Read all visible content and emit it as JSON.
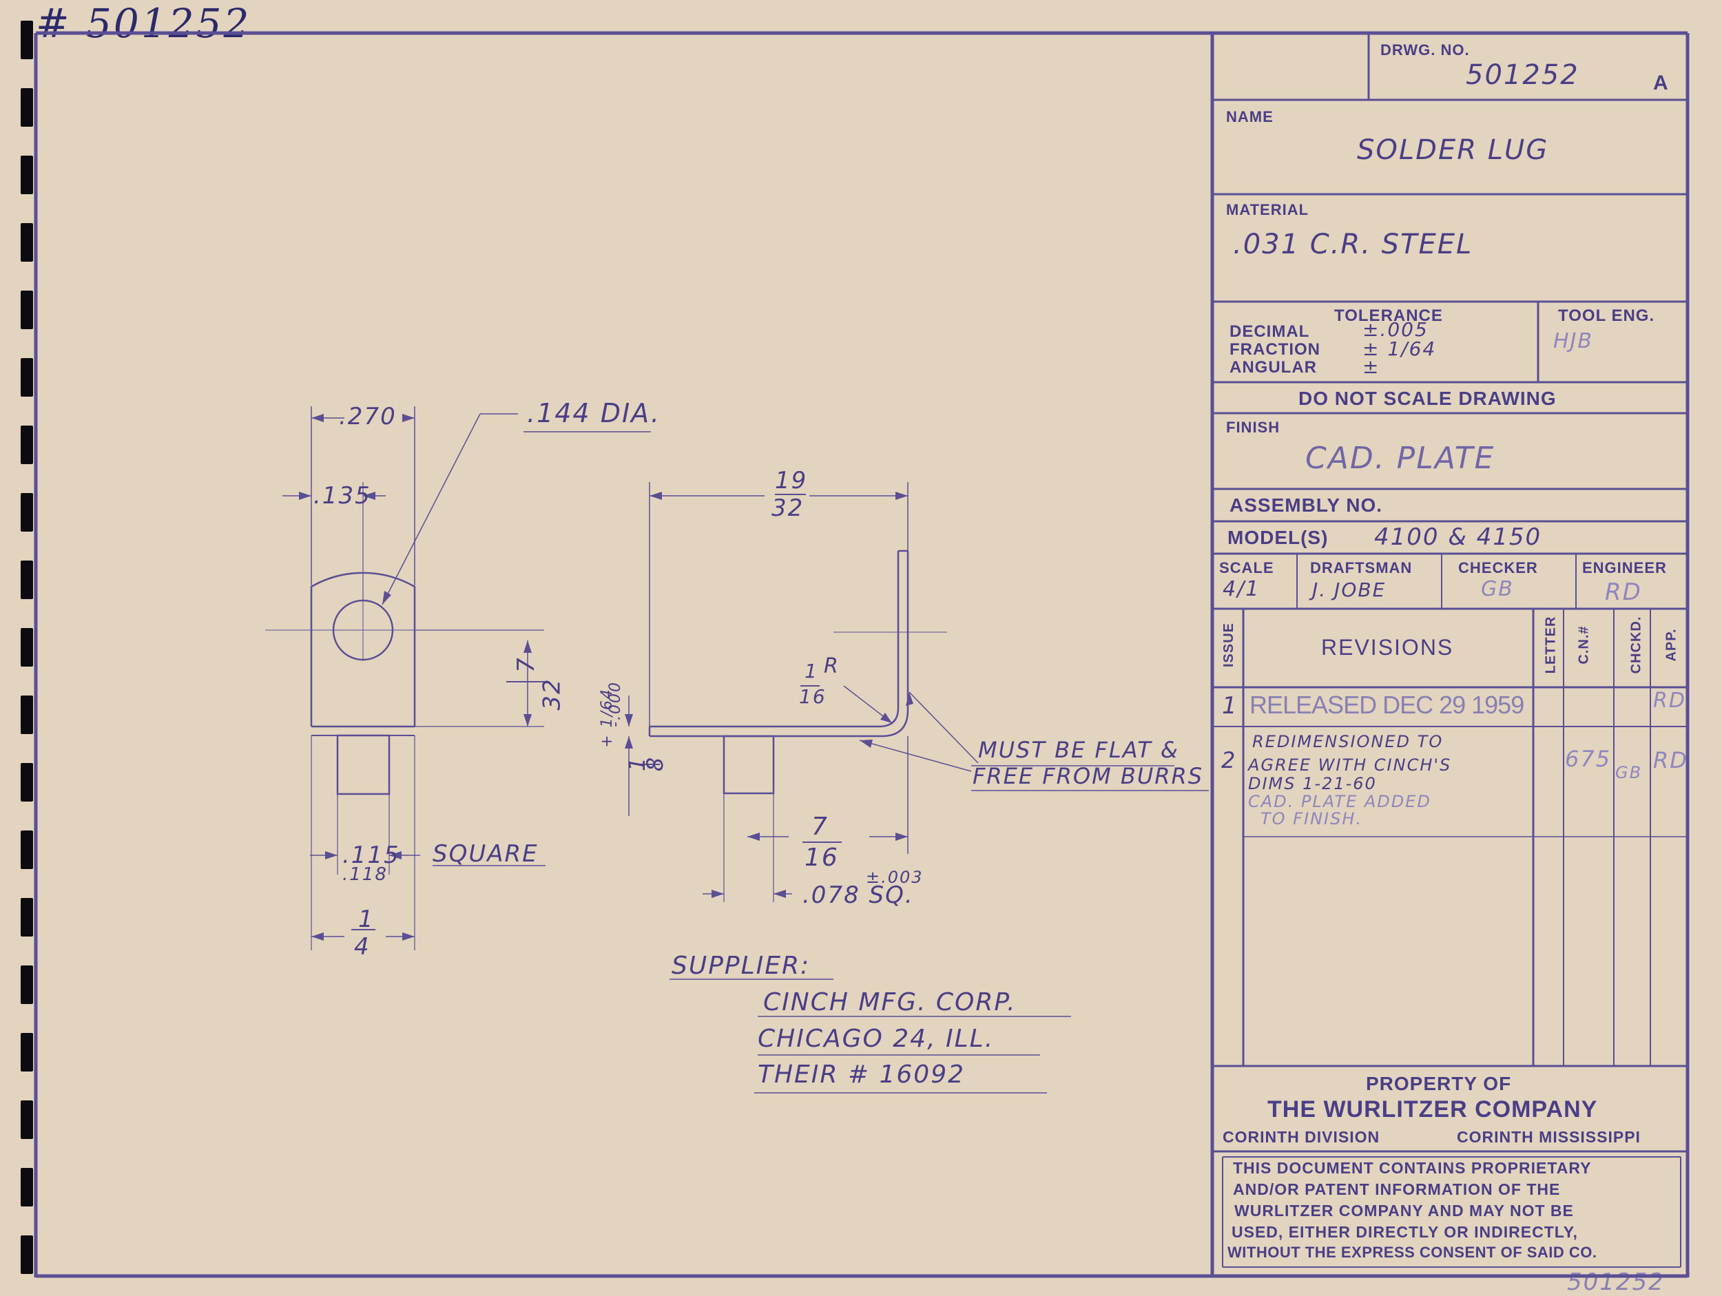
{
  "header_note": "# 501252",
  "footer_note": "501252",
  "title_block": {
    "drwg_no_label": "DRWG. NO.",
    "drwg_no": "501252",
    "revision_letter": "A",
    "name_label": "NAME",
    "name": "SOLDER LUG",
    "material_label": "MATERIAL",
    "material": ".031 C.R.  STEEL",
    "tolerance_label": "TOLERANCE",
    "decimal_label": "DECIMAL",
    "decimal_value": "±.005",
    "fraction_label": "FRACTION",
    "fraction_value": "± 1/64",
    "angular_label": "ANGULAR",
    "angular_value": "±",
    "tool_eng_label": "TOOL ENG.",
    "tool_eng_sig": "HJB",
    "do_not_scale": "DO NOT SCALE DRAWING",
    "finish_label": "FINISH",
    "finish": "CAD. PLATE",
    "assembly_label": "ASSEMBLY  NO.",
    "models_label": "MODEL(S)",
    "models": "4100 & 4150",
    "scale_label": "SCALE",
    "scale_value": "4/1",
    "draftsman_label": "DRAFTSMAN",
    "draftsman": "J. JOBE",
    "checker_label": "CHECKER",
    "checker": "GB",
    "engineer_label": "ENGINEER",
    "engineer": "RD",
    "issue_label": "ISSUE",
    "revisions_label": "REVISIONS",
    "letter_label": "LETTER",
    "cn_label": "C.N.#",
    "chckd_label": "CHCKD.",
    "app_label": "APP.",
    "revisions": [
      {
        "issue": "1",
        "text": "RELEASED DEC 29 1959",
        "cn": "",
        "chckd": "",
        "app": "RD"
      },
      {
        "issue": "2",
        "lines": [
          "REDIMENSIONED TO",
          "AGREE WITH CINCH'S",
          "DIMS       1-21-60",
          "CAD. PLATE ADDED",
          "TO FINISH."
        ],
        "cn": "675",
        "chckd": "GB",
        "app": "RD"
      }
    ],
    "property_of": "PROPERTY OF",
    "company": "THE WURLITZER COMPANY",
    "division": "CORINTH DIVISION",
    "location": "CORINTH MISSISSIPPI",
    "proprietary": [
      "THIS DOCUMENT CONTAINS PROPRIETARY",
      "AND/OR PATENT INFORMATION OF THE",
      "WURLITZER COMPANY AND MAY NOT BE",
      "USED, EITHER DIRECTLY OR INDIRECTLY,",
      "WITHOUT THE EXPRESS CONSENT OF SAID CO."
    ]
  },
  "drawing": {
    "dim_270": ".270",
    "dim_135": ".135",
    "hole_dia": ".144 DIA.",
    "dim_7_32_num": "7",
    "dim_7_32_den": "32",
    "dim_115": ".115",
    "dim_118": ".118",
    "square": "SQUARE",
    "dim_1_4_num": "1",
    "dim_1_4_den": "4",
    "dim_19_32_num": "19",
    "dim_19_32_den": "32",
    "radius_num": "1",
    "radius_den": "16",
    "radius_r": "R",
    "tol_plus": "+ 1/64",
    "tol_minus": "-.000",
    "dim_1_8_num": "1",
    "dim_1_8_den": "8",
    "dim_7_16_num": "7",
    "dim_7_16_den": "16",
    "sq_tol": "±.003",
    "sq_dim": ".078 SQ.",
    "note_line1": "MUST BE FLAT &",
    "note_line2": "FREE FROM BURRS"
  },
  "supplier": {
    "label": "SUPPLIER:",
    "line1": "CINCH  MFG. CORP.",
    "line2": "CHICAGO 24, ILL.",
    "line3": "THEIR # 16092"
  }
}
